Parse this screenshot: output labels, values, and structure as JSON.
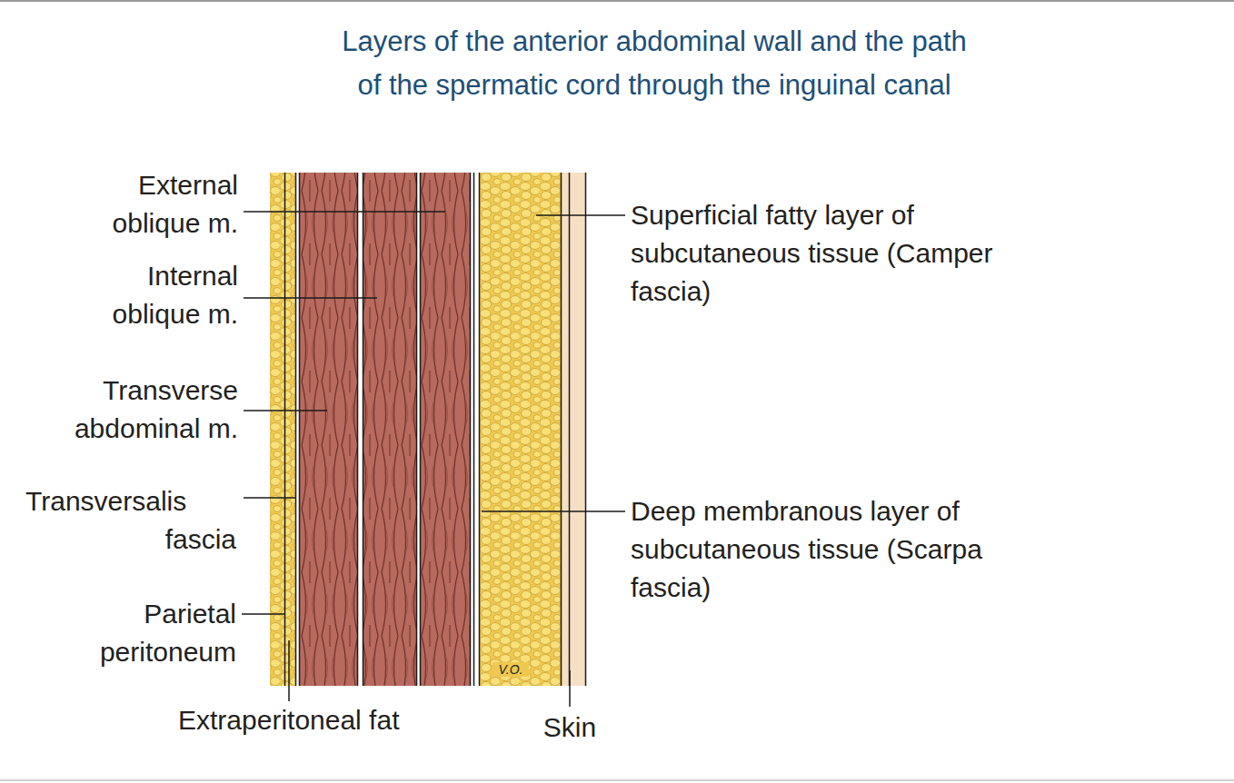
{
  "diagram": {
    "title": "Layers of the anterior abdominal wall and the path of the spermatic cord through the inguinal canal",
    "labels": [
      "External oblique m.",
      "Internal oblique m.",
      "Transverse abdominal m.",
      "Transversalis fascia",
      "Parietal peritoneum",
      "Extraperitoneal fat",
      "Skin",
      "Superficial fatty layer of subcutaneous tissue (Camper fascia)",
      "Deep membranous layer of subcutaneous tissue (Scarpa fascia)",
      "V.O."
    ]
  }
}
